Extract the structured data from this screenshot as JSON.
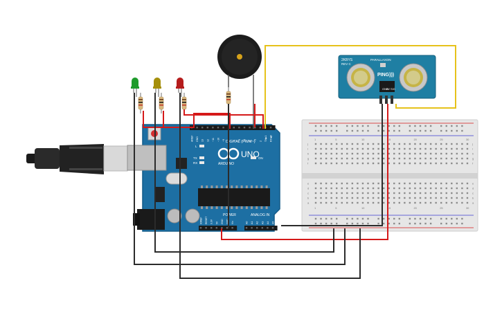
{
  "arduino": {
    "brand": "ARDUINO",
    "model": "UNO",
    "digital_label": "DIGITAL (PWM~)",
    "power_label": "POWER",
    "analog_label": "ANALOG IN",
    "on_label": "ON",
    "tx_label": "TX",
    "rx_label": "RX",
    "l_label": "L",
    "digital_pins": [
      "AREF",
      "GND",
      "13",
      "12",
      "~11",
      "~10",
      "~9",
      "8",
      "7",
      "~6",
      "~5",
      "4",
      "~3",
      "2",
      "TX▶1",
      "RX◀0"
    ],
    "power_pins": [
      "IOREF",
      "RESET",
      "3.3V",
      "5V",
      "GND",
      "GND",
      "Vin"
    ],
    "analog_pins": [
      "A0",
      "A1",
      "A2",
      "A3",
      "A4",
      "A5"
    ]
  },
  "sensor": {
    "model": "2KBYS",
    "rev": "REV C",
    "brand": "PARALLAXON",
    "name": "PING)))",
    "pins": [
      "GND",
      "5V",
      "SIG"
    ]
  },
  "breadboard": {
    "row_letters_top": [
      "j",
      "i",
      "h",
      "g",
      "f"
    ],
    "row_letters_bottom": [
      "e",
      "d",
      "c",
      "b",
      "a"
    ],
    "column_numbers": [
      "1",
      "5",
      "10",
      "15",
      "20",
      "25",
      "30"
    ]
  },
  "leds": [
    {
      "color_name": "green",
      "color": "#1f9b2c"
    },
    {
      "color_name": "yellow",
      "color": "#a58f0b"
    },
    {
      "color_name": "red",
      "color": "#b51c1c"
    }
  ],
  "colors": {
    "board": "#1d6fa3",
    "wire_black": "#2b2b2b",
    "wire_red": "#d51919",
    "wire_yellow": "#e6c21a"
  }
}
